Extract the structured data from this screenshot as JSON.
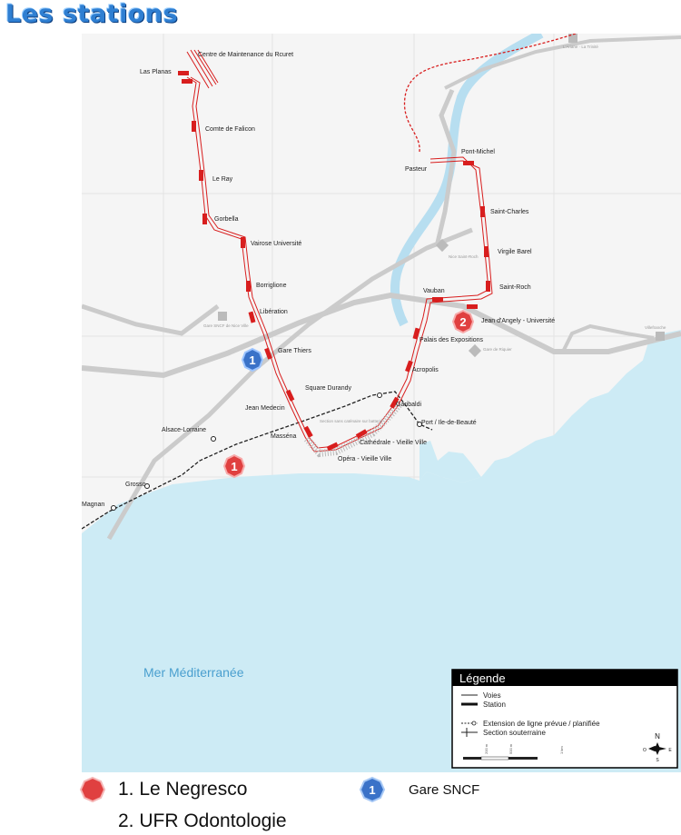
{
  "title": "Les stations",
  "sea_label": "Mer Méditerranée",
  "stations_line": [
    "Centre de Maintenance du Rcuret",
    "Las Planas",
    "Comte de Falicon",
    "Le Ray",
    "Gorbella",
    "Vairose Université",
    "Borriglione",
    "Libération",
    "Gare Thiers",
    "Jean Medecin",
    "Masséna",
    "Opéra - Vieille Ville",
    "Cathédrale - Vieille Ville",
    "Garibaldi",
    "Acropolis",
    "Palais des Expositions",
    "Jean d'Angely - Université",
    "Vauban",
    "Saint-Roch",
    "Virgile Barel",
    "Saint-Charles",
    "Pont-Michel",
    "Pasteur"
  ],
  "stations_planned": [
    "Square Durandy",
    "Port / Ile-de-Beauté",
    "Alsace-Lorraine",
    "Grosso",
    "Magnan"
  ],
  "minor_labels": {
    "sncf_thiers": "Gare SNCF de Nice Ville",
    "riquier": "Gare de Riquier",
    "saint_roch": "Nice Saint-Roch",
    "villefranche": "Villefranche",
    "ariane": "L'Ariane · La Trinité",
    "section": "Section sans caténaire sur batterie"
  },
  "markers": [
    {
      "number": "1",
      "type": "sncf",
      "color": "#3a72c8"
    },
    {
      "number": "1",
      "type": "negresco",
      "color": "#e04040"
    },
    {
      "number": "2",
      "type": "ufr",
      "color": "#e04040"
    }
  ],
  "map_legend": {
    "title": "Légende",
    "voies": "Voies",
    "station": "Station",
    "extension": "Extension de ligne prévue / planifiée",
    "souterraine": "Section souterraine",
    "compass_n": "N",
    "compass_s": "S",
    "compass_e": "E",
    "compass_o": "O",
    "scale_1": "200 m",
    "scale_2": "500 m",
    "scale_3": "1 km"
  },
  "bottom_legend": {
    "negresco": "1. Le Negresco",
    "ufr": "2. UFR Odontologie",
    "sncf": "Gare SNCF",
    "icon_number": "1"
  },
  "colors": {
    "sea": "#cdebf5",
    "river": "#b7def0",
    "land": "#f4f4f4",
    "road": "#c8c8c8",
    "tram_red": "#d81e1e",
    "marker_red": "#e04040",
    "marker_blue": "#3a72c8",
    "title_blue": "#2f7fd2"
  }
}
